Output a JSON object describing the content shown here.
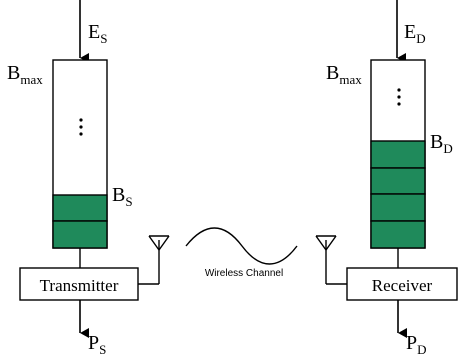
{
  "colors": {
    "battery_fill": "#1f8a5b",
    "stroke": "#000000",
    "background": "#ffffff"
  },
  "source": {
    "energy_in": {
      "main": "E",
      "sub": "S"
    },
    "capacity": {
      "main": "B",
      "sub": "max"
    },
    "level": {
      "main": "B",
      "sub": "S"
    },
    "filled_units": 2,
    "block_label": "Transmitter",
    "power_out": {
      "main": "P",
      "sub": "S"
    }
  },
  "destination": {
    "energy_in": {
      "main": "E",
      "sub": "D"
    },
    "capacity": {
      "main": "B",
      "sub": "max"
    },
    "level": {
      "main": "B",
      "sub": "D"
    },
    "filled_units": 4,
    "block_label": "Receiver",
    "power_out": {
      "main": "P",
      "sub": "D"
    }
  },
  "channel_label": "Wireless Channel",
  "icons": {
    "ellipsis": "vertical-ellipsis-icon",
    "antenna": "antenna-icon",
    "wave": "sine-wave-icon"
  }
}
